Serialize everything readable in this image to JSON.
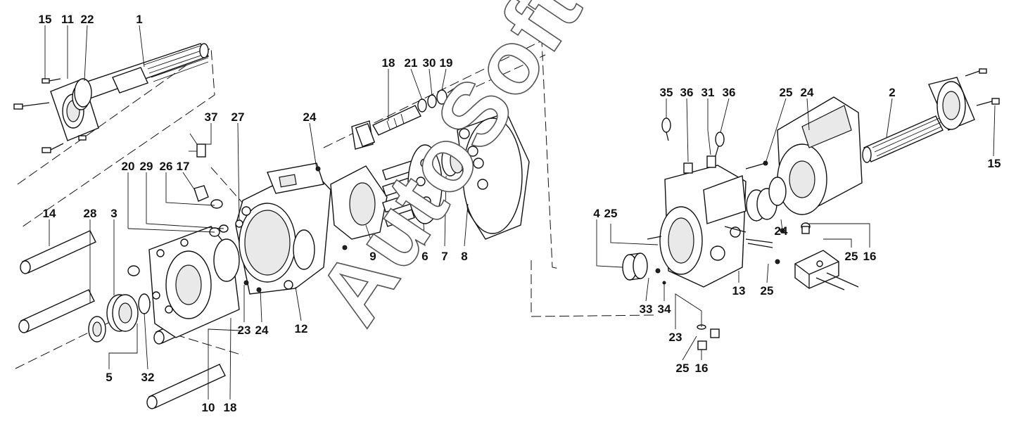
{
  "watermark": "AutoSoft",
  "callouts": {
    "c15a": "15",
    "c11": "11",
    "c22": "22",
    "c1": "1",
    "c37": "37",
    "c27": "27",
    "c24a": "24",
    "c20": "20",
    "c29": "29",
    "c26": "26",
    "c17": "17",
    "c18a": "18",
    "c21": "21",
    "c30": "30",
    "c19": "19",
    "c14": "14",
    "c28": "28",
    "c3": "3",
    "c9": "9",
    "c6": "6",
    "c7": "7",
    "c8": "8",
    "c23a": "23",
    "c24b": "24",
    "c12": "12",
    "c5": "5",
    "c32": "32",
    "c10": "10",
    "c18b": "18",
    "c35": "35",
    "c36a": "36",
    "c31": "31",
    "c36b": "36",
    "c25a": "25",
    "c24c": "24",
    "c2": "2",
    "c15b": "15",
    "c4": "4",
    "c25b": "25",
    "c24d": "24",
    "c25c": "25",
    "c16a": "16",
    "c33": "33",
    "c34": "34",
    "c13": "13",
    "c25d": "25",
    "c23b": "23",
    "c25e": "25",
    "c16b": "16"
  }
}
